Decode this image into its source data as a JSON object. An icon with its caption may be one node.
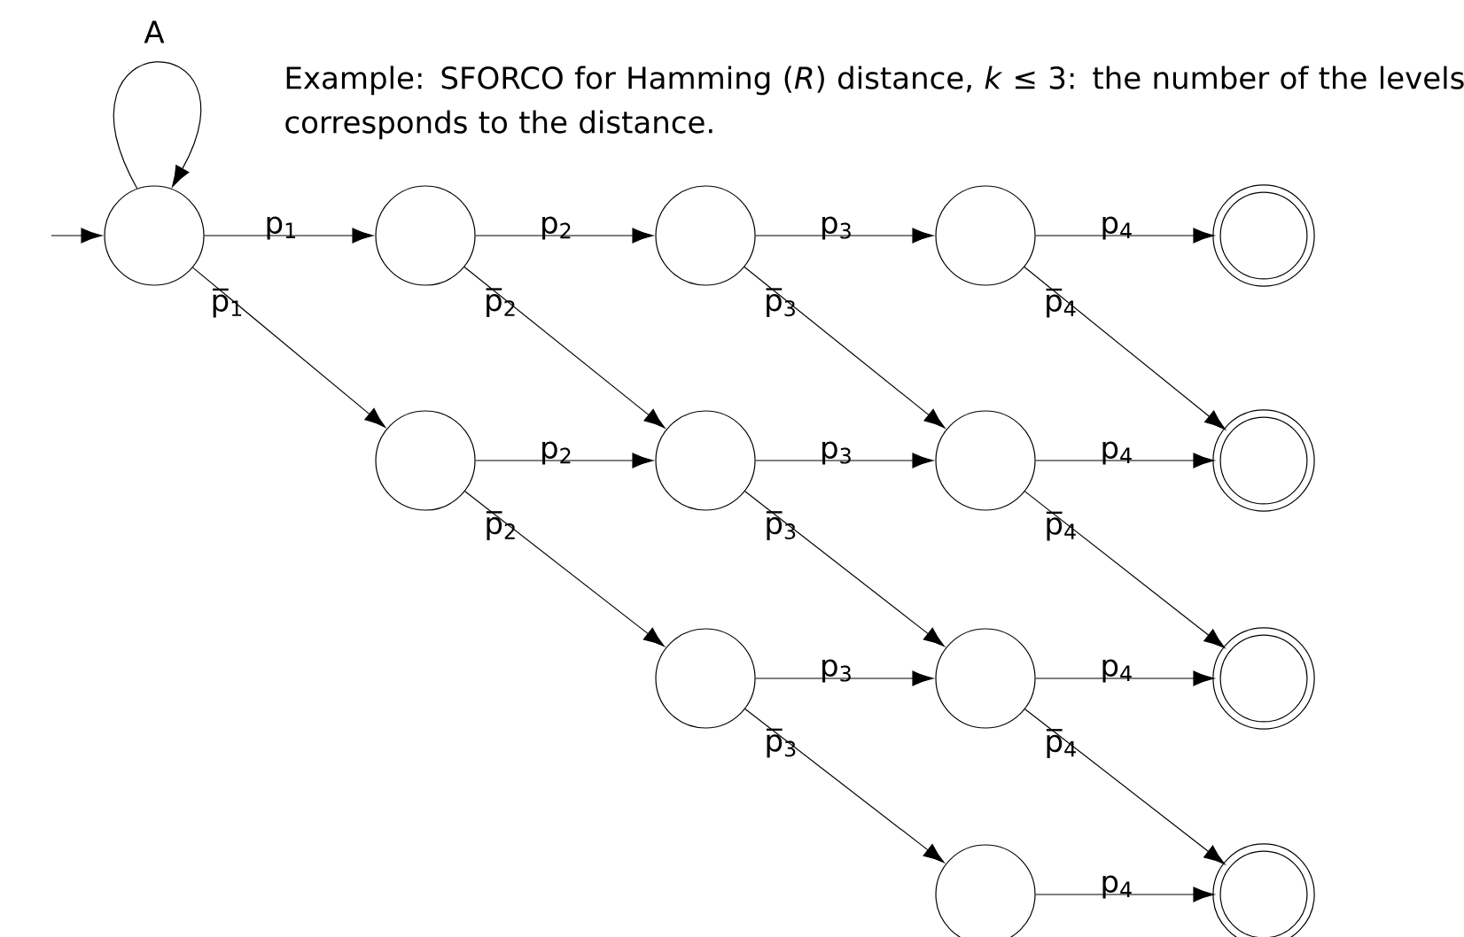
{
  "diagram": {
    "title": "Example: SFORCO for Hamming (*R*) distance, *k* ≤ 3: the number of the levels corresponds to the distance.",
    "nodes": [
      {
        "text": [],
        "shape": "circle"
      },
      {
        "text": [],
        "shape": "circle"
      },
      {
        "text": [],
        "shape": "circle"
      },
      {
        "text": [],
        "shape": "circle"
      },
      {
        "text": [],
        "shape": "circle"
      },
      {
        "text": [],
        "shape": "circle"
      },
      {
        "text": [],
        "shape": "circle"
      },
      {
        "text": [],
        "shape": "circle"
      },
      {
        "text": [],
        "shape": "circle"
      },
      {
        "text": [],
        "shape": "circle"
      },
      {
        "text": [],
        "shape": "circle"
      },
      {
        "text": [],
        "shape": "circle"
      },
      {
        "text": [],
        "shape": "circle"
      },
      {
        "text": [],
        "shape": "circle"
      }
    ],
    "edges": [
      {
        "from": null,
        "to": 0,
        "arrow": "to"
      },
      {
        "from": 0,
        "to": 0,
        "arrow": "to",
        "label": "A"
      },
      {
        "from": 0,
        "to": 1,
        "arrow": "to",
        "label": "p$_{1}$"
      },
      {
        "from": 1,
        "to": 2,
        "arrow": "to",
        "label": "p$_{2}$"
      },
      {
        "from": 2,
        "to": 3,
        "arrow": "to",
        "label": "p$_{3}$"
      },
      {
        "from": 3,
        "to": 4,
        "arrow": "to",
        "label": "p$_{4}$"
      },
      {
        "from": 0,
        "to": 5,
        "arrow": "to",
        "label": "p̅$_{1}$"
      },
      {
        "from": 1,
        "to": 6,
        "arrow": "to",
        "label": "p̅$_{2}$"
      },
      {
        "from": 2,
        "to": 7,
        "arrow": "to",
        "label": "p̅$_{3}$"
      },
      {
        "from": 3,
        "to": 8,
        "arrow": "to",
        "label": "p̅$_{4}$"
      },
      {
        "from": 5,
        "to": 6,
        "arrow": "to",
        "label": "p$_{2}$"
      },
      {
        "from": 6,
        "to": 7,
        "arrow": "to",
        "label": "p$_{3}$"
      },
      {
        "from": 7,
        "to": 8,
        "arrow": "to",
        "label": "p$_{4}$"
      },
      {
        "from": 5,
        "to": 9,
        "arrow": "to",
        "label": "p̅$_{2}$"
      },
      {
        "from": 6,
        "to": 10,
        "arrow": "to",
        "label": "p̅$_{3}$"
      },
      {
        "from": 7,
        "to": 11,
        "arrow": "to",
        "label": "p̅$_{4}$"
      },
      {
        "from": 9,
        "to": 10,
        "arrow": "to",
        "label": "p$_{3}$"
      },
      {
        "from": 10,
        "to": 11,
        "arrow": "to",
        "label": "p$_{4}$"
      },
      {
        "from": 9,
        "to": 12,
        "arrow": "to",
        "label": "p̅$_{3}$"
      },
      {
        "from": 10,
        "to": 13,
        "arrow": "to",
        "label": "p̅$_{4}$"
      },
      {
        "from": 12,
        "to": 13,
        "arrow": "to",
        "label": "p$_{4}$"
      }
    ]
  }
}
